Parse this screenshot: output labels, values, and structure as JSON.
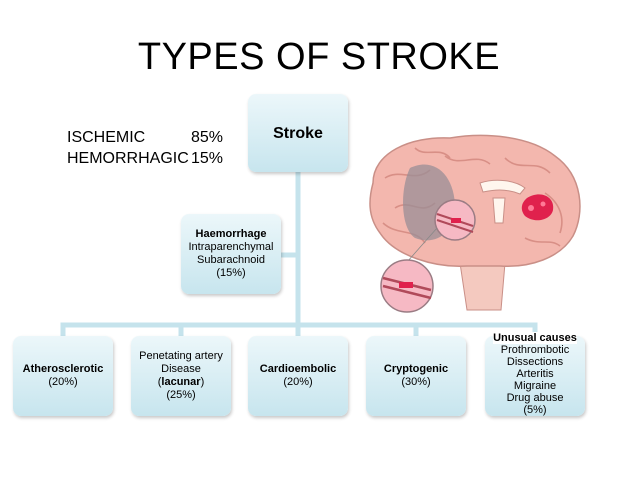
{
  "title": "TYPES OF STROKE",
  "stats": [
    {
      "label": "ISCHEMIC",
      "value": "85%"
    },
    {
      "label": "HEMORRHAGIC",
      "value": "15%"
    }
  ],
  "root": {
    "label": "Stroke"
  },
  "haemorrhage": {
    "title": "Haemorrhage",
    "line1": "Intraparenchymal",
    "line2": "Subarachnoid",
    "pct": "(15%)"
  },
  "causes": {
    "atherosclerotic": {
      "title": "Atherosclerotic",
      "pct": "(20%)"
    },
    "lacunar": {
      "line1": "Penetating artery",
      "line2": "Disease",
      "open": "(",
      "bold": "lacunar",
      "close": ")",
      "pct": "(25%)"
    },
    "cardioembolic": {
      "title": "Cardioembolic",
      "pct": "(20%)"
    },
    "cryptogenic": {
      "title": "Cryptogenic",
      "pct": "(30%)"
    },
    "unusual": {
      "title": "Unusual causes",
      "items": [
        "Prothrombotic",
        "Dissections",
        "Arteritis",
        "Migraine",
        "Drug abuse"
      ],
      "pct": "(5%)"
    }
  },
  "colors": {
    "box_top": "#ecf7fa",
    "box_bottom": "#c7e5ee",
    "connector": "#c5e3ec",
    "brain": "#f3b7ae",
    "hemorrhage_spot": "#e0214d"
  }
}
